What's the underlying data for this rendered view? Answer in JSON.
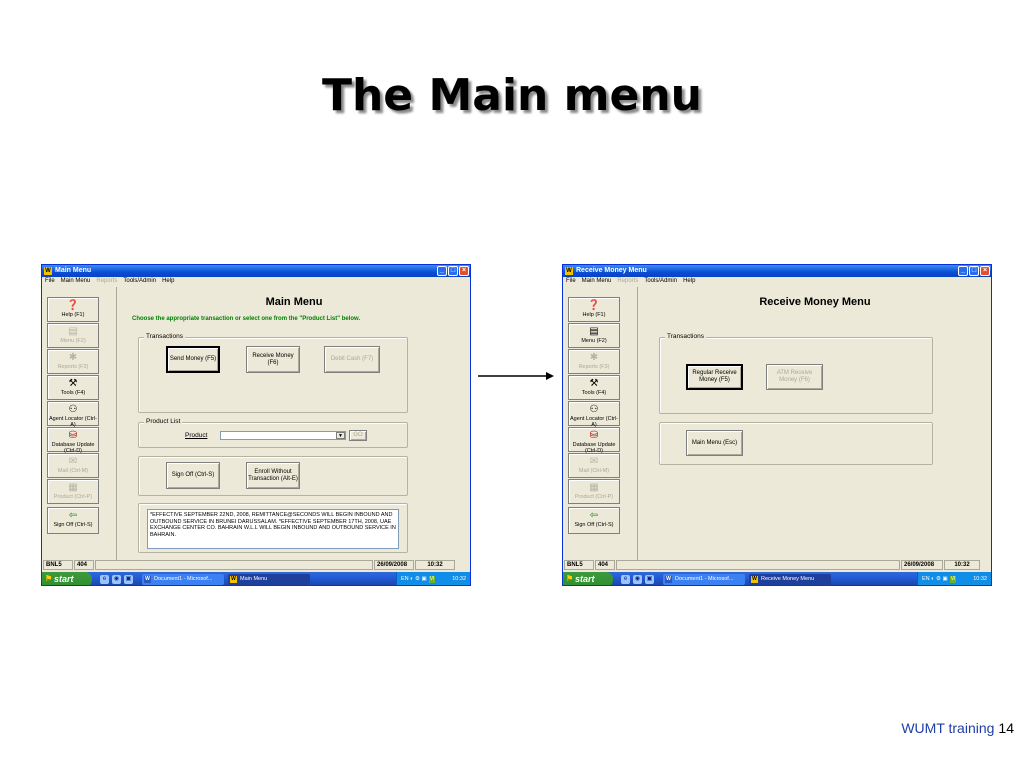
{
  "slide": {
    "title": "The Main menu",
    "footer_brand": "WUMT training",
    "footer_page": "14"
  },
  "common": {
    "menubar": [
      "File",
      "Main Menu",
      "Reports",
      "Tools/Admin",
      "Help"
    ],
    "sidebar": [
      {
        "label": "Help (F1)",
        "icon": "help-icon",
        "enabled": true
      },
      {
        "label": "Menu (F2)",
        "icon": "menu-icon",
        "enabled": false
      },
      {
        "label": "Reports (F3)",
        "icon": "reports-icon",
        "enabled": false
      },
      {
        "label": "Tools (F4)",
        "icon": "tools-icon",
        "enabled": true
      },
      {
        "label": "Agent Locator (Ctrl-A)",
        "icon": "binoculars-icon",
        "enabled": true
      },
      {
        "label": "Database Update (Ctrl-D)",
        "icon": "database-icon",
        "enabled": true
      },
      {
        "label": "Mail (Ctrl-M)",
        "icon": "mail-icon",
        "enabled": false
      },
      {
        "label": "Product (Ctrl-P)",
        "icon": "product-icon",
        "enabled": false
      },
      {
        "label": "Sign Off (Ctrl-S)",
        "icon": "signoff-icon",
        "enabled": true
      }
    ],
    "status": {
      "terminal": "BNL5",
      "code": "404",
      "date": "26/09/2008",
      "time": "10:32"
    },
    "taskbar": {
      "start": "start",
      "doc_task": "Document1 - Microsof...",
      "tray_lang": "EN",
      "tray_clock": "10:32",
      "tray_vi": "VI"
    }
  },
  "left": {
    "title": "Main Menu",
    "heading": "Main Menu",
    "subheading": "Choose the appropriate transaction or select one from the \"Product List\" below.",
    "transactions_legend": "Transactions",
    "send_money": "Send Money (F5)",
    "receive_money": "Receive Money (F6)",
    "debit_cash": "Debit Cash (F7)",
    "product_list_legend": "Product List",
    "product_label": "Product",
    "go_button": "GO",
    "sign_off": "Sign Off (Ctrl-S)",
    "enroll": "Enroll Without Transaction (Alt-E)",
    "news": "*EFFECTIVE SEPTEMBER 22ND, 2008, REMITTANCE@SECONDS WILL BEGIN INBOUND AND OUTBOUND SERVICE IN BRUNEI DARUSSALAM. *EFFECTIVE SEPTEMBER 17TH, 2008, UAE EXCHANGE CENTER CO. BAHRAIN W.L.L WILL BEGIN INBOUND AND OUTBOUND SERVICE IN BAHRAIN.",
    "task_label": "Main Menu"
  },
  "right": {
    "title": "Receive Money Menu",
    "heading": "Receive Money Menu",
    "transactions_legend": "Transactions",
    "regular_receive": "Regular Receive Money (F5)",
    "atm_receive": "ATM Receive Money (F6)",
    "main_menu": "Main Menu (Esc)",
    "task_label": "Receive Money Menu"
  }
}
